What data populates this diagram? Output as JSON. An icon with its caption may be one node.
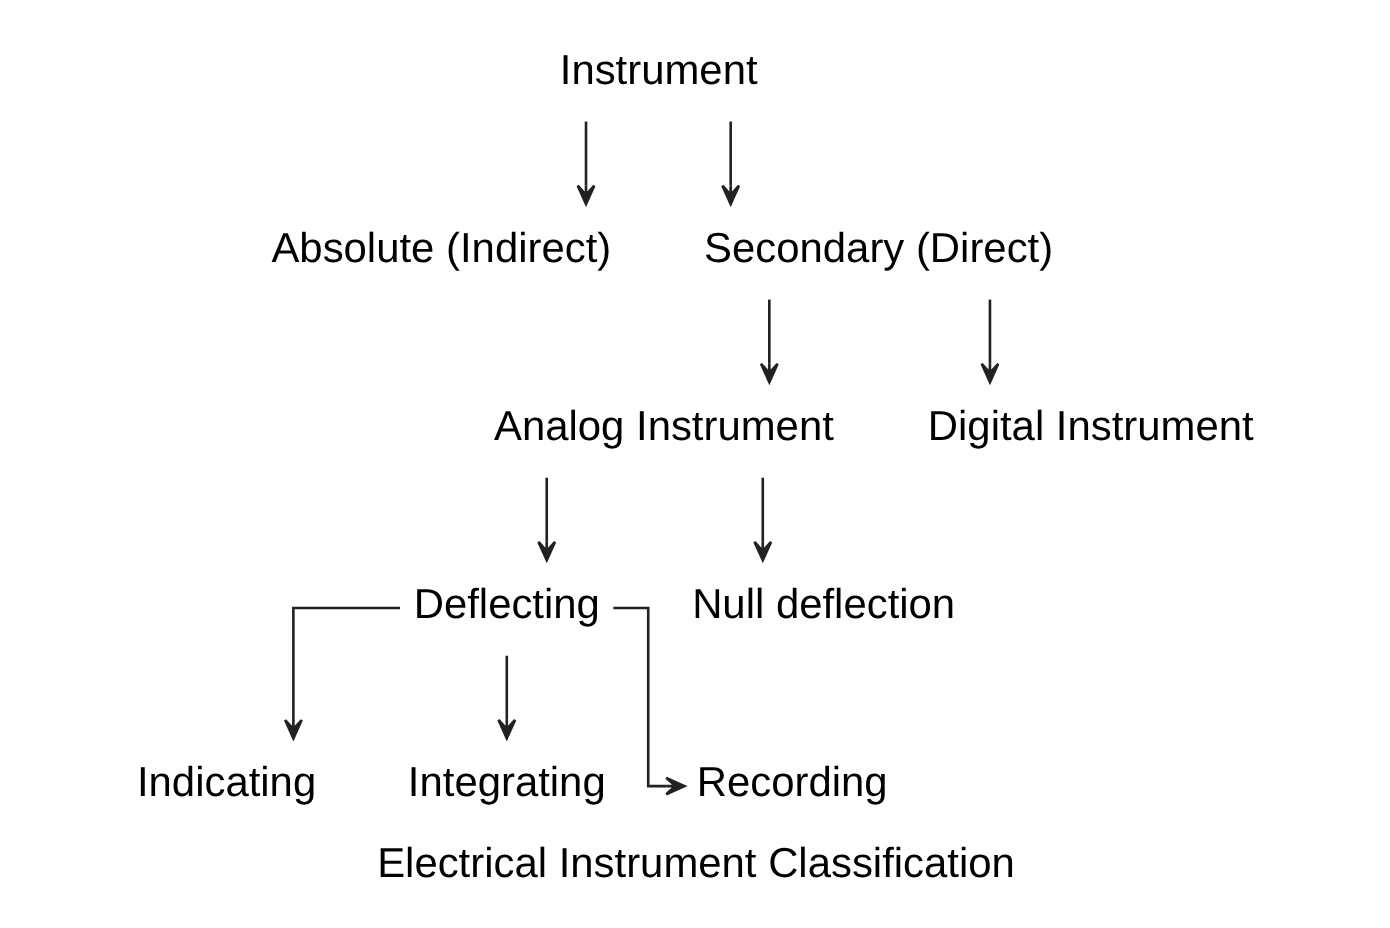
{
  "diagram": {
    "caption": "Electrical Instrument Classification",
    "nodes": [
      {
        "text": [
          "Instrument"
        ]
      },
      {
        "text": [
          "Absolute (Indirect)"
        ]
      },
      {
        "text": [
          "Secondary (Direct)"
        ]
      },
      {
        "text": [
          "Analog Instrument"
        ]
      },
      {
        "text": [
          "Digital Instrument"
        ]
      },
      {
        "text": [
          "Deflecting"
        ]
      },
      {
        "text": [
          "Null deflection"
        ]
      },
      {
        "text": [
          "Indicating"
        ]
      },
      {
        "text": [
          "Integrating"
        ]
      },
      {
        "text": [
          "Recording"
        ]
      }
    ],
    "edges": [
      {
        "from": 0,
        "to": 1,
        "arrow": "to"
      },
      {
        "from": 0,
        "to": 2,
        "arrow": "to"
      },
      {
        "from": 2,
        "to": 3,
        "arrow": "to"
      },
      {
        "from": 2,
        "to": 4,
        "arrow": "to"
      },
      {
        "from": 3,
        "to": 5,
        "arrow": "to"
      },
      {
        "from": 3,
        "to": 6,
        "arrow": "to"
      },
      {
        "from": 5,
        "to": 7,
        "arrow": "to"
      },
      {
        "from": 5,
        "to": 8,
        "arrow": "to"
      },
      {
        "from": 5,
        "to": 9,
        "arrow": "to"
      }
    ]
  }
}
